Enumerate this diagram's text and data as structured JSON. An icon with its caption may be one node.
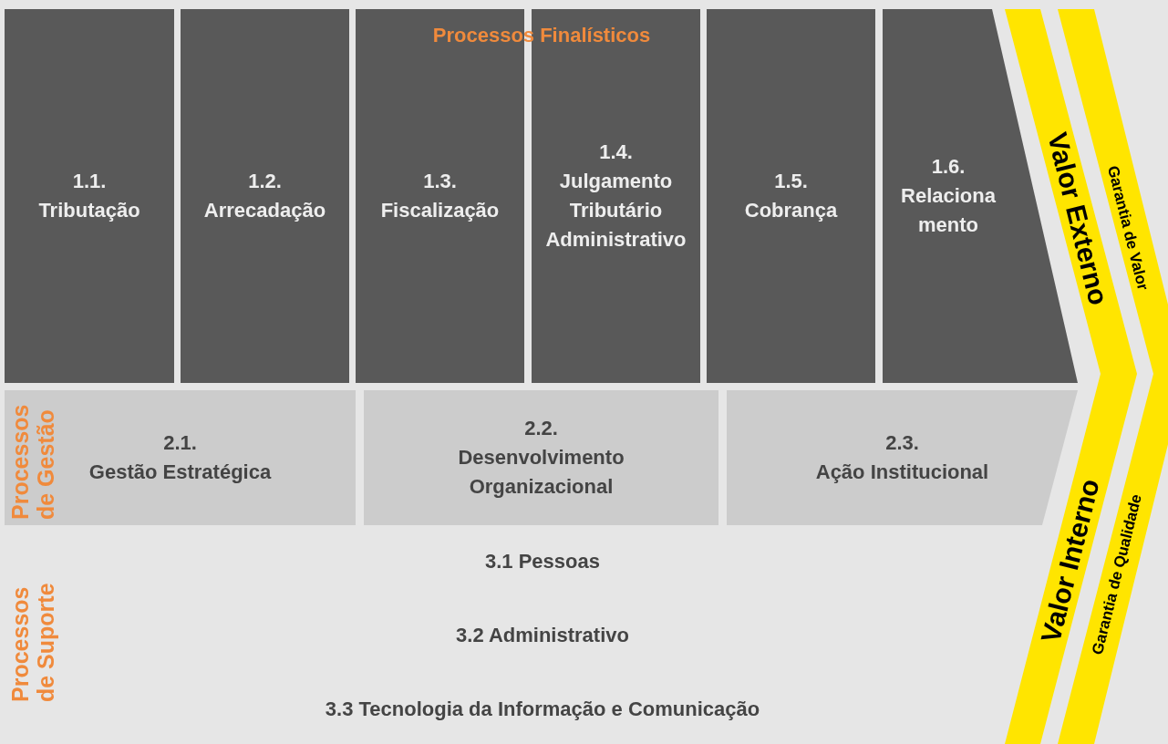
{
  "diagram": {
    "nodes": [
      {
        "text": [
          "1.1.",
          "Tributação"
        ]
      },
      {
        "text": [
          "1.2.",
          "Arrecadação"
        ]
      },
      {
        "text": [
          "1.3.",
          "Fiscalização"
        ]
      },
      {
        "text": [
          "1.4.",
          "Julgamento Tributário Administrativo"
        ]
      },
      {
        "text": [
          "1.5.",
          "Cobrança"
        ]
      },
      {
        "text": [
          "1.6.",
          "Relaciona mento"
        ]
      },
      {
        "text": [
          "2.1.",
          "Gestão Estratégica"
        ]
      },
      {
        "text": [
          "2.2.",
          "Desenvolvimento Organizacional"
        ]
      },
      {
        "text": [
          "2.3.",
          "Ação Institucional"
        ]
      },
      {
        "text": [
          "Valor Externo",
          "Valor Interno"
        ]
      },
      {
        "text": [
          "Garantia de Valor",
          "Garantia de Qualidade"
        ]
      }
    ],
    "edges": [],
    "labels": [
      "Processos Finalísticos",
      "Processos de Gestão",
      "Processos de Suporte",
      "3.1 Pessoas",
      "3.2 Administrativo",
      "3.3 Tecnologia da Informação e Comunicação"
    ]
  }
}
